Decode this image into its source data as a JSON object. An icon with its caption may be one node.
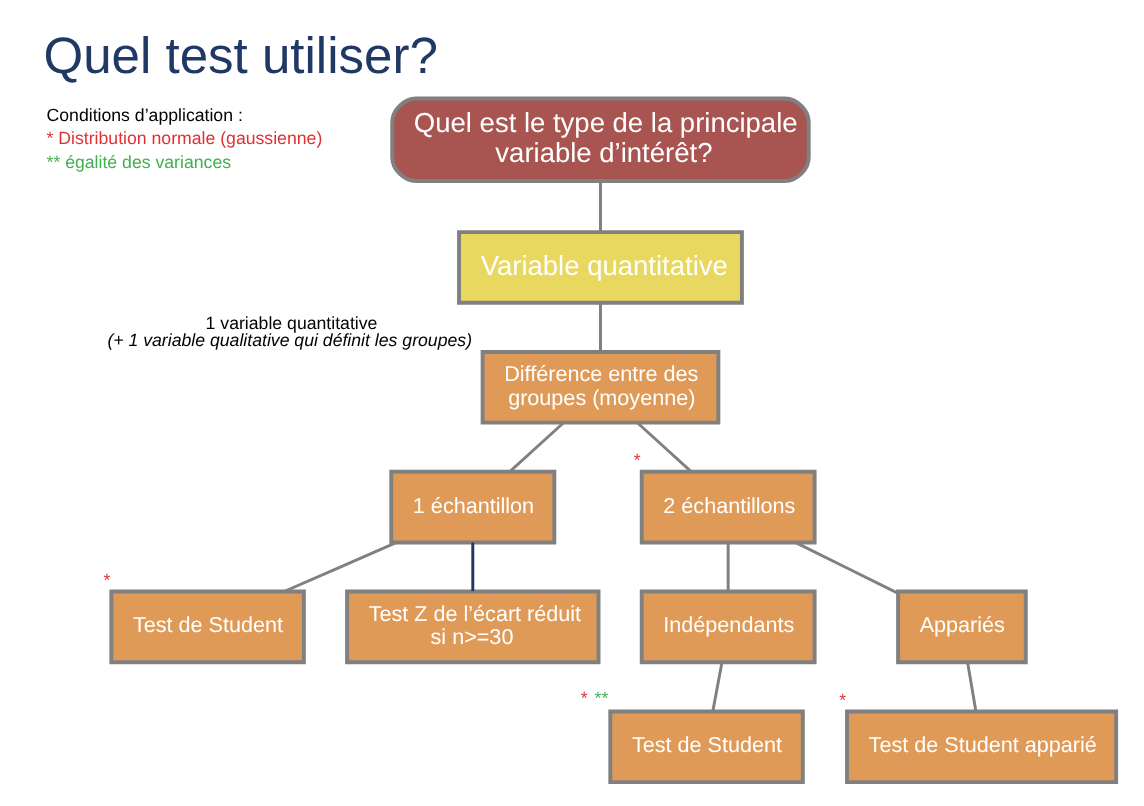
{
  "diagram": {
    "title": "Quel test utiliser?",
    "nodes": [
      {
        "text": [
          "Quel est le type de la principale variable d’intérêt?"
        ]
      },
      {
        "text": [
          "Variable quantitative"
        ]
      },
      {
        "text": [
          "Différence entre des groupes (moyenne)"
        ],
        "beside": [
          "1 variable quantitative",
          "(+ 1 variable qualitative qui définit les groupes)"
        ]
      },
      {
        "text": [
          "1 échantillon"
        ]
      },
      {
        "text": [
          "2 échantillons"
        ],
        "beside": [
          "*"
        ]
      },
      {
        "text": [
          "Test de Student"
        ],
        "beside": [
          "*"
        ]
      },
      {
        "text": [
          "Test Z de l’écart réduit si n>=30"
        ]
      },
      {
        "text": [
          "Indépendants"
        ]
      },
      {
        "text": [
          "Appariés"
        ]
      },
      {
        "text": [
          "Test de Student"
        ],
        "beside": [
          "*",
          "**"
        ]
      },
      {
        "text": [
          "Test de Student apparié"
        ],
        "beside": [
          "*"
        ]
      }
    ],
    "edges": [
      {
        "from": 0,
        "to": 1,
        "arrow": "none"
      },
      {
        "from": 1,
        "to": 2,
        "arrow": "none"
      },
      {
        "from": 2,
        "to": 3,
        "arrow": "none"
      },
      {
        "from": 2,
        "to": 4,
        "arrow": "none"
      },
      {
        "from": 3,
        "to": 5,
        "arrow": "none"
      },
      {
        "from": 3,
        "to": 6,
        "arrow": "none",
        "color": "#1f3864"
      },
      {
        "from": 4,
        "to": 7,
        "arrow": "none"
      },
      {
        "from": 4,
        "to": 8,
        "arrow": "none"
      },
      {
        "from": 7,
        "to": 9,
        "arrow": "none"
      },
      {
        "from": 8,
        "to": 10,
        "arrow": "none"
      }
    ],
    "labels": [
      "Conditions d’application :",
      "* Distribution normale (gaussienne)",
      "** égalité des variances"
    ]
  }
}
